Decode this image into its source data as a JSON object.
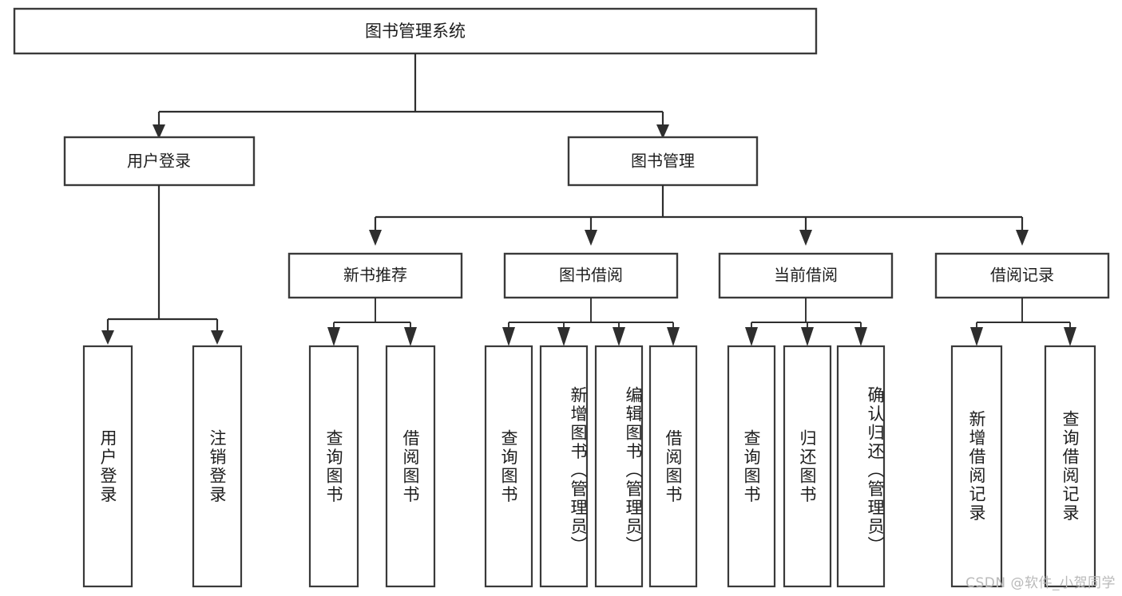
{
  "diagram": {
    "type": "tree-hierarchy",
    "title": "图书管理系统",
    "watermark": "CSDN @软件_小贺同学",
    "colors": {
      "box_stroke": "#3a3a3a",
      "connector": "#2e2e2e",
      "background": "#ffffff",
      "label_text": "#1d1d1d",
      "watermark_text": "#b9b9b9"
    },
    "root": {
      "label": "图书管理系统"
    },
    "level2": [
      {
        "label": "用户登录"
      },
      {
        "label": "图书管理"
      }
    ],
    "level3": [
      {
        "label": "新书推荐"
      },
      {
        "label": "图书借阅"
      },
      {
        "label": "当前借阅"
      },
      {
        "label": "借阅记录"
      }
    ],
    "leaves": {
      "user_login": [
        {
          "label": "用户登录"
        },
        {
          "label": "注销登录"
        }
      ],
      "new_book_rec": [
        {
          "label": "查询图书"
        },
        {
          "label": "借阅图书"
        }
      ],
      "book_borrow": [
        {
          "label": "查询图书"
        },
        {
          "label": "新增图书（管理员）"
        },
        {
          "label": "编辑图书（管理员）"
        },
        {
          "label": "借阅图书"
        }
      ],
      "current_borrow": [
        {
          "label": "查询图书"
        },
        {
          "label": "归还图书"
        },
        {
          "label": "确认归还（管理员）"
        }
      ],
      "borrow_record": [
        {
          "label": "新增借阅记录"
        },
        {
          "label": "查询借阅记录"
        }
      ]
    }
  }
}
